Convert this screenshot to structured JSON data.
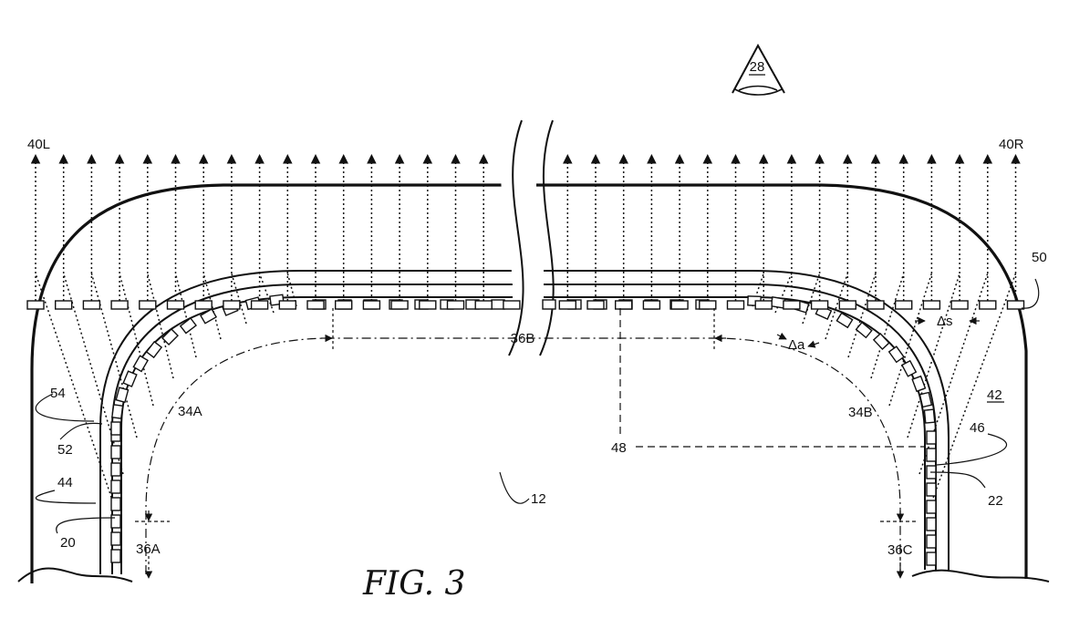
{
  "figure": {
    "caption": "FIG. 3",
    "labels": {
      "viewer": "28",
      "ray_left": "40L",
      "ray_right": "40R",
      "lens_layer": "50",
      "delta_s": "Δs",
      "delta_a": "Δa",
      "cover": "42",
      "segment_top": "36B",
      "segment_left_bottom": "36A",
      "segment_right_bottom": "36C",
      "curve_left": "34A",
      "curve_right": "34B",
      "axis": "48",
      "device": "12",
      "ref_54": "54",
      "ref_52": "52",
      "ref_44": "44",
      "ref_20": "20",
      "ref_46": "46",
      "ref_22": "22"
    }
  }
}
